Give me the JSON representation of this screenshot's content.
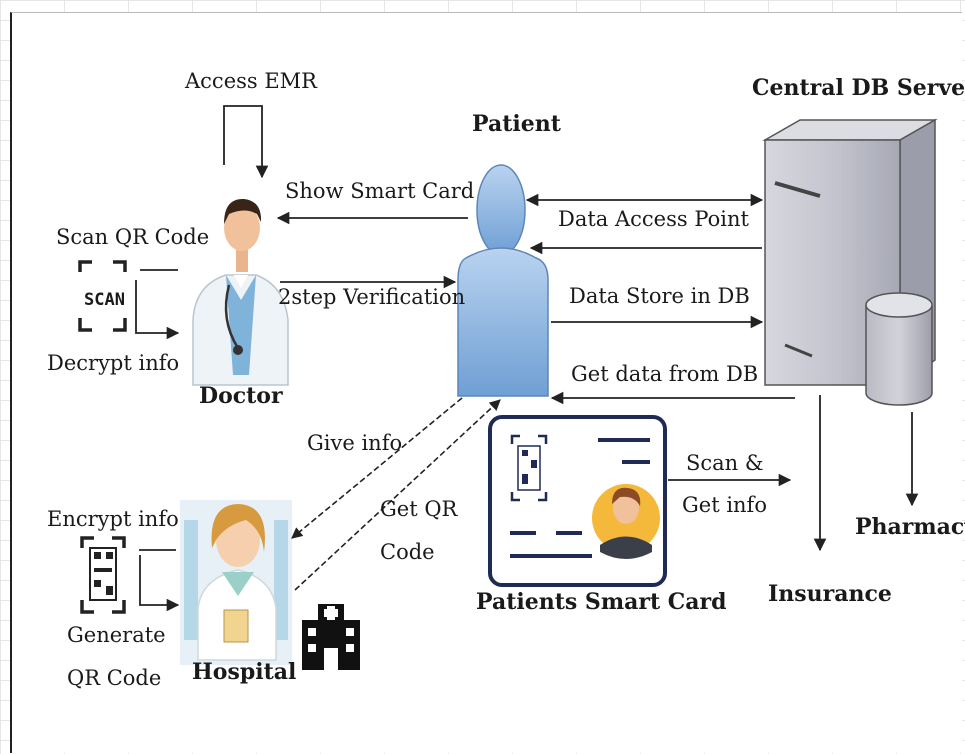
{
  "title_patient": "Patient",
  "title_server": "Central DB Server",
  "doctor": {
    "access_emr": "Access EMR",
    "scan_qr": "Scan QR Code",
    "scan_icon_text": "SCAN",
    "decrypt": "Decrypt info",
    "name": "Doctor"
  },
  "flows": {
    "show_card": "Show Smart Card",
    "two_step": "2step Verification",
    "data_access": "Data Access Point",
    "data_store": "Data Store in DB",
    "get_data": "Get data from DB",
    "give_info": "Give info",
    "get_qr_line1": "Get QR",
    "get_qr_line2": "Code",
    "scan_get_line1": "Scan &",
    "scan_get_line2": "Get info"
  },
  "hospital": {
    "encrypt": "Encrypt info",
    "generate_line1": "Generate",
    "generate_line2": "QR Code",
    "name": "Hospital"
  },
  "card_label": "Patients Smart Card",
  "pharmacy": "Pharmacy",
  "insurance": "Insurance",
  "colors": {
    "server_body": "#bfc0c9",
    "person_blue": "#9cc0e6",
    "card_border": "#1f2a55",
    "avatar_yellow": "#f4b83a"
  }
}
